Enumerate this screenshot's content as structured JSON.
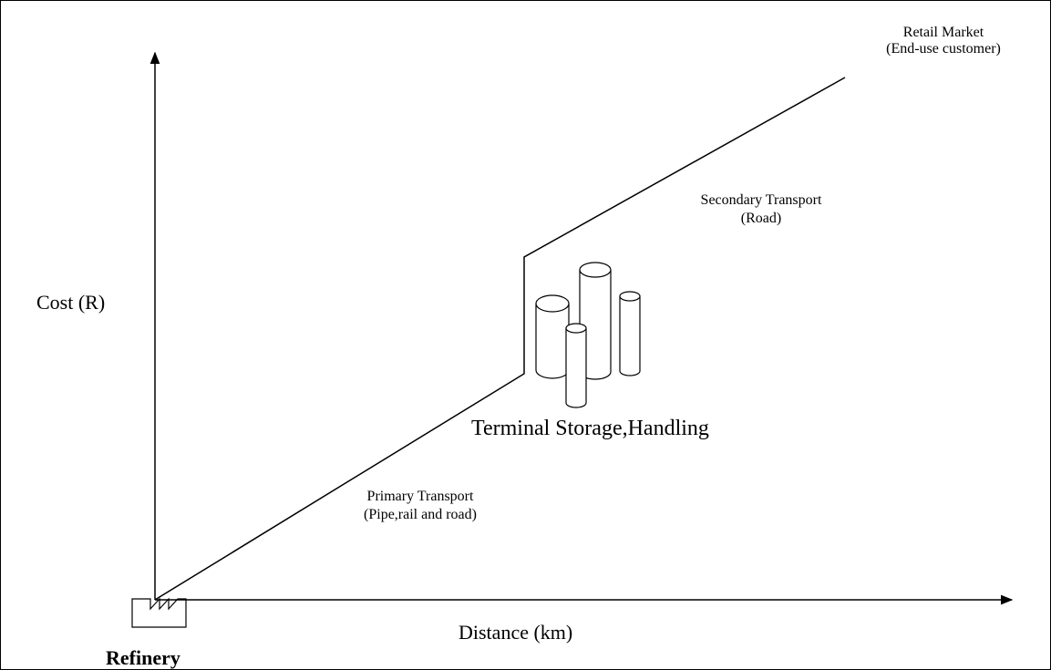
{
  "axes": {
    "y_label": "Cost (R)",
    "x_label": "Distance (km)"
  },
  "nodes": {
    "refinery": "Refinery",
    "terminal": "Terminal Storage,Handling",
    "retail": {
      "line1": "Retail Market",
      "line2": "(End-use customer)"
    }
  },
  "segments": {
    "primary": {
      "line1": "Primary Transport",
      "line2": "(Pipe,rail and road)"
    },
    "secondary": {
      "line1": "Secondary Transport",
      "line2": "(Road)"
    }
  },
  "icons": {
    "refinery": "factory-icon",
    "terminal": "storage-tanks-icon"
  },
  "colors": {
    "stroke": "#000000",
    "background": "#ffffff"
  }
}
